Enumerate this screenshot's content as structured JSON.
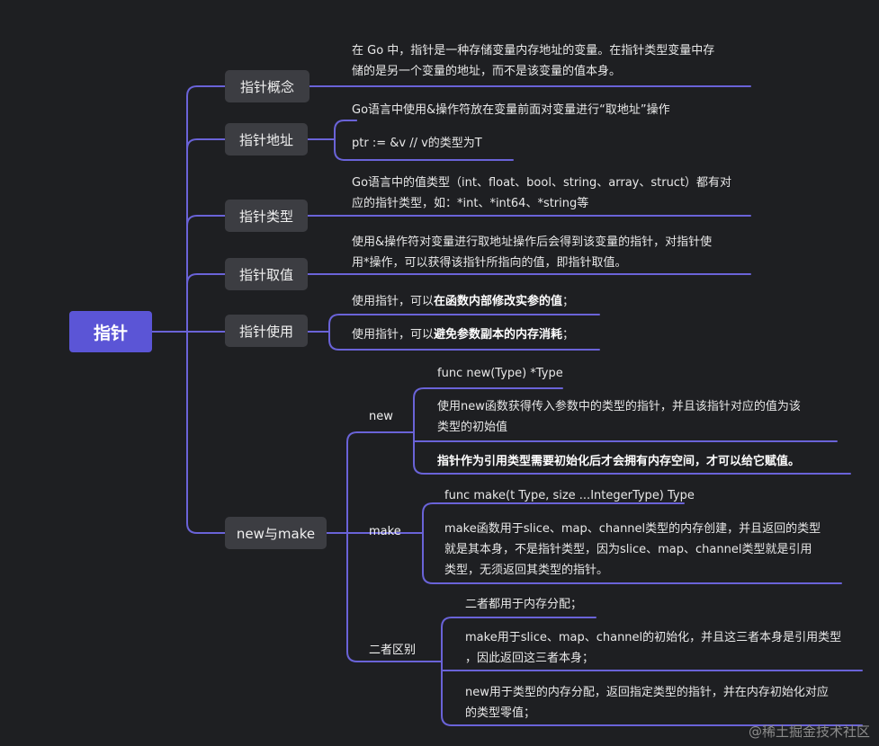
{
  "root": {
    "label": "指针"
  },
  "branches": [
    {
      "id": "b1",
      "label": "指针概念",
      "leaves": [
        {
          "lines": [
            "在 Go 中，指针是一种存储变量内存地址的变量。在指针类型变量中存",
            "储的是另一个变量的地址，而不是该变量的值本身。"
          ]
        }
      ]
    },
    {
      "id": "b2",
      "label": "指针地址",
      "leaves": [
        {
          "lines": [
            "Go语言中使用&操作符放在变量前面对变量进行“取地址”操作"
          ]
        },
        {
          "lines": [
            "ptr := &v   // v的类型为T"
          ]
        }
      ]
    },
    {
      "id": "b3",
      "label": "指针类型",
      "leaves": [
        {
          "lines": [
            "Go语言中的值类型（int、float、bool、string、array、struct）都有对",
            "应的指针类型，如：*int、*int64、*string等"
          ]
        }
      ]
    },
    {
      "id": "b4",
      "label": "指针取值",
      "leaves": [
        {
          "lines": [
            "使用&操作符对变量进行取地址操作后会得到该变量的指针，对指针使",
            "用*操作，可以获得该指针所指向的值，即指针取值。"
          ]
        }
      ]
    },
    {
      "id": "b5",
      "label": "指针使用",
      "leaves": [
        {
          "prefix": "使用指针，可以",
          "bold": "在函数内部修改实参的值",
          "suffix": "；"
        },
        {
          "prefix": "使用指针，可以",
          "bold": "避免参数副本的内存消耗",
          "suffix": "；"
        }
      ]
    },
    {
      "id": "b6",
      "label": "new与make",
      "children": [
        {
          "label": "new",
          "leaves": [
            {
              "lines": [
                "func new(Type) *Type"
              ]
            },
            {
              "lines": [
                "使用new函数获得传入参数中的类型的指针，并且该指针对应的值为该",
                "类型的初始值"
              ]
            },
            {
              "bold_line": "指针作为引用类型需要初始化后才会拥有内存空间，才可以给它赋值。"
            }
          ]
        },
        {
          "label": "make",
          "leaves": [
            {
              "lines": [
                "func make(t Type, size ...IntegerType) Type"
              ]
            },
            {
              "lines": [
                "make函数用于slice、map、channel类型的内存创建，并且返回的类型",
                "就是其本身，不是指针类型，因为slice、map、channel类型就是引用",
                "类型，无须返回其类型的指针。"
              ]
            }
          ]
        },
        {
          "label": "二者区别",
          "leaves": [
            {
              "lines": [
                "二者都用于内存分配；"
              ]
            },
            {
              "lines": [
                "make用于slice、map、channel的初始化，并且这三者本身是引用类型",
                "，因此返回这三者本身；"
              ]
            },
            {
              "lines": [
                "new用于类型的内存分配，返回指定类型的指针，并在内存初始化对应",
                "的类型零值；"
              ]
            }
          ]
        }
      ]
    }
  ],
  "watermark": "@稀土掘金技术社区",
  "colors": {
    "line": "#6a63d8",
    "root": "#5b55d6",
    "node": "#3c3d42",
    "background": "#1e1f22"
  }
}
